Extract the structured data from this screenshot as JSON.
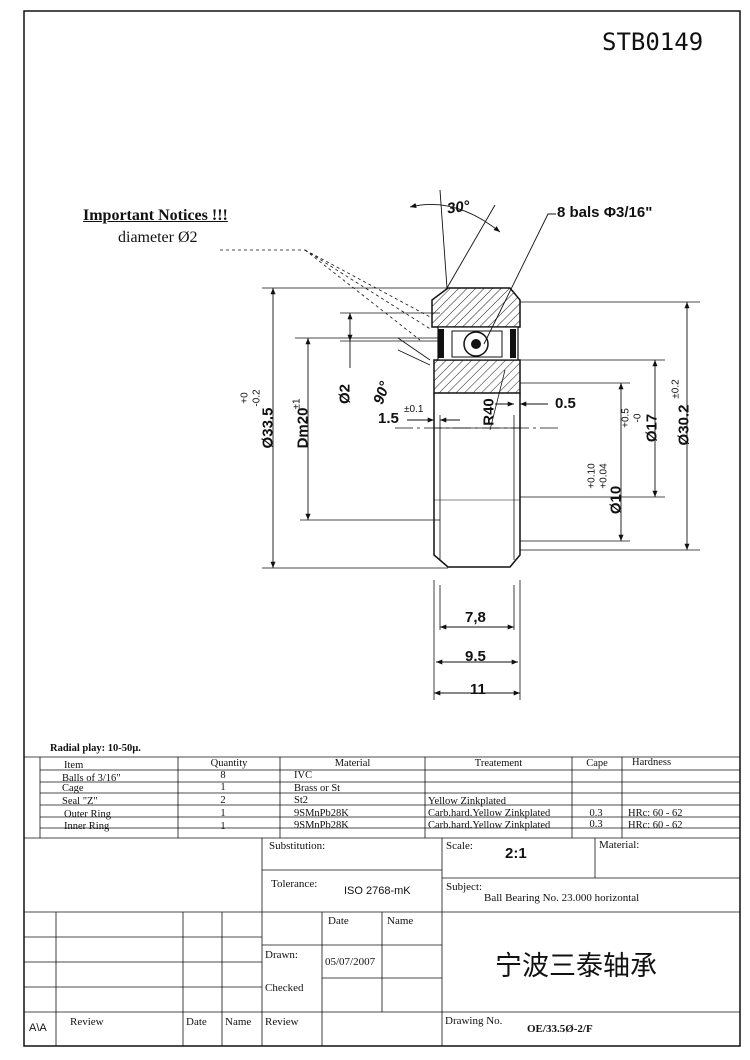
{
  "header": {
    "part_code": "STB0149"
  },
  "notice": {
    "title": "Important Notices !!!",
    "text": "diameter Ø2"
  },
  "dimensions": {
    "angle_30": "30°",
    "balls": "8 bals Φ3/16\"",
    "outer_d": "Ø33.5",
    "outer_tol_up": "+0",
    "outer_tol_down": "-0.2",
    "dm": "Dm20",
    "dm_tol": "±1",
    "d2": "Ø2",
    "angle_90": "90°",
    "w_1_5": "1.5",
    "w_1_5_tol": "±0.1",
    "r40": "R40",
    "w_0_5": "0.5",
    "d17": "Ø17",
    "d17_tol_up": "+0.5",
    "d17_tol_down": "-0",
    "d30_2": "Ø30.2",
    "d30_2_tol": "±0.2",
    "d10": "Ø10",
    "d10_tol_up": "+0.10",
    "d10_tol_down": "+0.04",
    "w_7_8": "7,8",
    "w_9_5": "9.5",
    "w_11": "11"
  },
  "parts": {
    "radial_play": "Radial play: 10-50µ.",
    "headers": [
      "Item",
      "Quantity",
      "Material",
      "Treatement",
      "Cape",
      "Hardness"
    ],
    "rows": [
      [
        "Balls of 3/16\"",
        "8",
        "IVC",
        "",
        "",
        ""
      ],
      [
        "Cage",
        "1",
        "Brass or St",
        "",
        "",
        ""
      ],
      [
        "Seal \"Z\"",
        "2",
        "St2",
        "Yellow Zinkplated",
        "",
        ""
      ],
      [
        "Outer Ring",
        "1",
        "9SMnPb28K",
        "Carb.hard.Yellow Zinkplated",
        "0.3",
        "HRc: 60 - 62"
      ],
      [
        "Inner Ring",
        "1",
        "9SMnPb28K",
        "Carb.hard.Yellow Zinkplated",
        "0.3",
        "HRc: 60 - 62"
      ]
    ]
  },
  "title_block": {
    "substitution_label": "Substitution:",
    "scale_label": "Scale:",
    "scale_value": "2:1",
    "material_label": "Material:",
    "tolerance_label": "Tolerance:",
    "tolerance_value": "ISO 2768-mK",
    "subject_label": "Subject:",
    "subject_value": "Ball Bearing No. 23.000 horizontal",
    "date_label": "Date",
    "name_label": "Name",
    "drawn_label": "Drawn:",
    "drawn_date": "05/07/2007",
    "checked_label": "Checked",
    "company": "宁波三泰轴承",
    "rev_mark": "A\\A",
    "review_label": "Review",
    "date2_label": "Date",
    "name2_label": "Name",
    "review2_label": "Review",
    "drawing_no_label": "Drawing No.",
    "drawing_no_value": "OE/33.5Ø-2/F"
  }
}
